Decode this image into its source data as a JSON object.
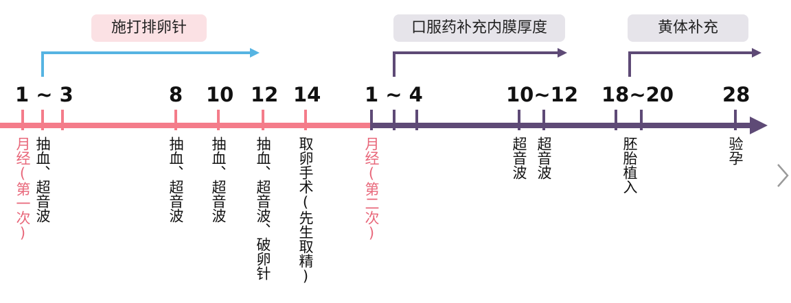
{
  "colors": {
    "pink": "#f47c8a",
    "purple": "#5e4a76",
    "blue": "#56b4e2",
    "pink_tag_bg": "#fbe1e4",
    "gray_tag_bg": "#e6e4ea",
    "label_red": "#e8677a"
  },
  "phases": [
    {
      "label": "施打排卵针"
    },
    {
      "label": "口服药补充内膜厚度"
    },
    {
      "label": "黄体补充"
    }
  ],
  "days": [
    {
      "text": "1 ~ 3"
    },
    {
      "text": "8"
    },
    {
      "text": "10"
    },
    {
      "text": "12"
    },
    {
      "text": "14"
    },
    {
      "text": "1 ~ 4"
    },
    {
      "text": "10~12"
    },
    {
      "text": "18~20"
    },
    {
      "text": "28"
    }
  ],
  "events": [
    {
      "text": "月经(第一次)"
    },
    {
      "text": "抽血、超音波"
    },
    {
      "text": "抽血、超音波"
    },
    {
      "text": "抽血、超音波"
    },
    {
      "text": "抽血、超音波、破卵针"
    },
    {
      "text": "取卵手术(先生取精)"
    },
    {
      "text": "月经(第二次)"
    },
    {
      "text": "超音波"
    },
    {
      "text": "超音波"
    },
    {
      "text": "胚胎植入"
    },
    {
      "text": "验孕"
    }
  ],
  "icons": {
    "next": "chevron-right-icon"
  }
}
